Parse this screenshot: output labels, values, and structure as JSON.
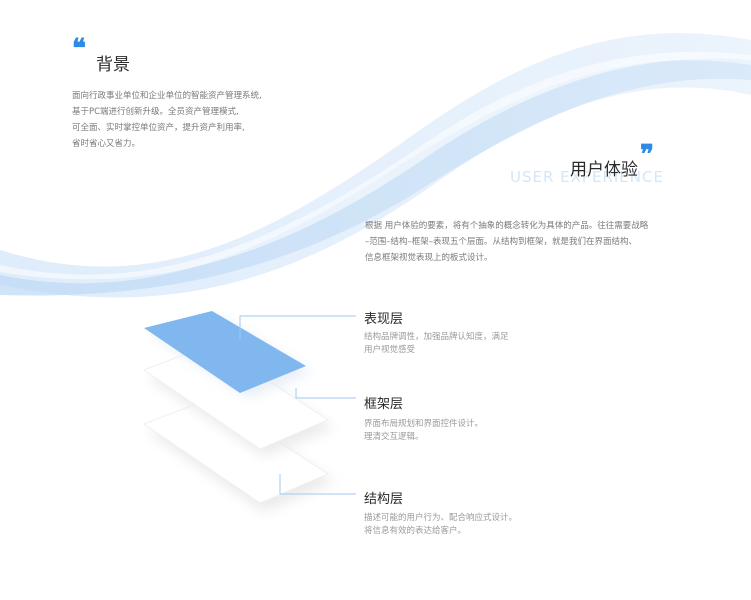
{
  "colors": {
    "accent": "#2f8ae6",
    "wave_light": "#e3effb",
    "wave_mid": "#cfe3f7",
    "plate_blue": "#7fb7ee",
    "connector": "#9fcaf0"
  },
  "background": {
    "quote_icon": "quote-icon",
    "title": "背景",
    "subtitle": "BACKGROUND",
    "description": [
      "面向行政事业单位和企业单位的智能资产管理系统,",
      "基于PC端进行创新升级。全员资产管理模式,",
      "可全面、实时掌控单位资产，提升资产利用率,",
      "省时省心又省力。"
    ]
  },
  "user_experience": {
    "quote_icon": "quote-icon",
    "title": "用户体验",
    "subtitle": "USER EXPERIENCE",
    "description": [
      "根据 用户体验的要素，将有个抽象的概念转化为具体的产品。往往需要战略",
      "–范围–结构–框架–表现五个层面。从结构到框架，就是我们在界面结构、",
      "信息框架视觉表现上的板式设计。"
    ]
  },
  "layers": [
    {
      "label": "表现层",
      "description": [
        "结构品牌调性，加强品牌认知度，满足",
        "用户视觉感受"
      ]
    },
    {
      "label": "框架层",
      "description": [
        "界面布局规划和界面控件设计。",
        "理清交互逻辑。"
      ]
    },
    {
      "label": "结构层",
      "description": [
        "描述可能的用户行为、配合响应式设计。",
        "将信息有效的表达给客户。"
      ]
    }
  ]
}
